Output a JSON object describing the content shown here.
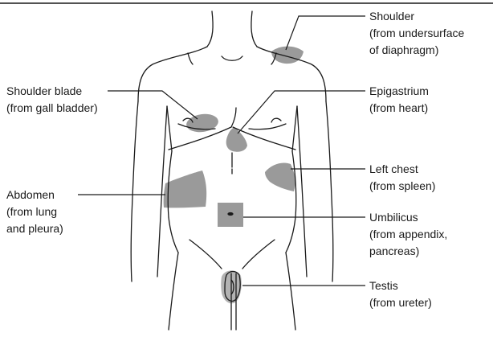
{
  "diagram": {
    "colors": {
      "ink": "#1a1a1a",
      "shade": "#9a9a9a",
      "shade_dark": "#6f6f6f"
    },
    "labels": {
      "shoulder": {
        "line1": "Shoulder",
        "line2": "(from undersurface",
        "line3": "of diaphragm)"
      },
      "shoulder_blade": {
        "line1": "Shoulder blade",
        "line2": "(from gall bladder)"
      },
      "epigastrium": {
        "line1": "Epigastrium",
        "line2": "(from heart)"
      },
      "left_chest": {
        "line1": "Left chest",
        "line2": "(from spleen)"
      },
      "abdomen": {
        "line1": "Abdomen",
        "line2": "(from lung",
        "line3": "and pleura)"
      },
      "umbilicus": {
        "line1": "Umbilicus",
        "line2": "(from appendix,",
        "line3": "pancreas)"
      },
      "testis": {
        "line1": "Testis",
        "line2": "(from ureter)"
      }
    }
  }
}
